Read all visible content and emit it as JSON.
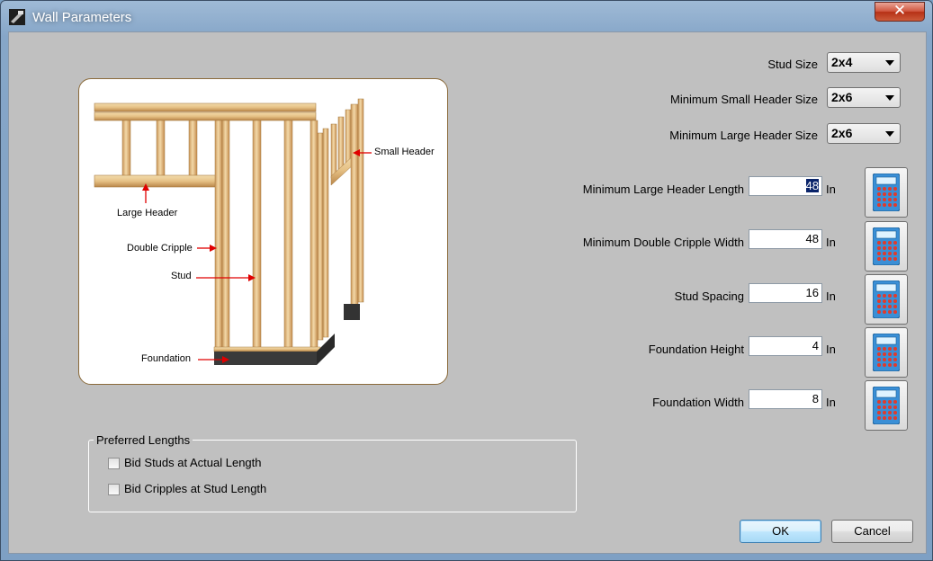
{
  "window": {
    "title": "Wall Parameters",
    "close_label": "✕"
  },
  "diagram": {
    "labels": {
      "small_header": "Small Header",
      "large_header": "Large Header",
      "double_cripple": "Double Cripple",
      "stud": "Stud",
      "foundation": "Foundation"
    }
  },
  "settings": {
    "stud_size": {
      "label": "Stud Size",
      "value": "2x4"
    },
    "min_small_header_size": {
      "label": "Minimum Small Header Size",
      "value": "2x6"
    },
    "min_large_header_size": {
      "label": "Minimum Large Header Size",
      "value": "2x6"
    },
    "min_large_header_length": {
      "label": "Minimum Large Header Length",
      "value": "48",
      "unit": "In"
    },
    "min_double_cripple_width": {
      "label": "Minimum Double Cripple Width",
      "value": "48",
      "unit": "In"
    },
    "stud_spacing": {
      "label": "Stud Spacing",
      "value": "16",
      "unit": "In"
    },
    "foundation_height": {
      "label": "Foundation Height",
      "value": "4",
      "unit": "In"
    },
    "foundation_width": {
      "label": "Foundation Width",
      "value": "8",
      "unit": "In"
    }
  },
  "preferred_lengths": {
    "title": "Preferred Lengths",
    "bid_studs_actual": {
      "label": "Bid Studs at Actual Length",
      "checked": false
    },
    "bid_cripples_stud": {
      "label": "Bid Cripples at Stud Length",
      "checked": false
    }
  },
  "buttons": {
    "ok": "OK",
    "cancel": "Cancel"
  },
  "colors": {
    "accent_arrow": "#e00000",
    "wood": "#e8c48a"
  }
}
